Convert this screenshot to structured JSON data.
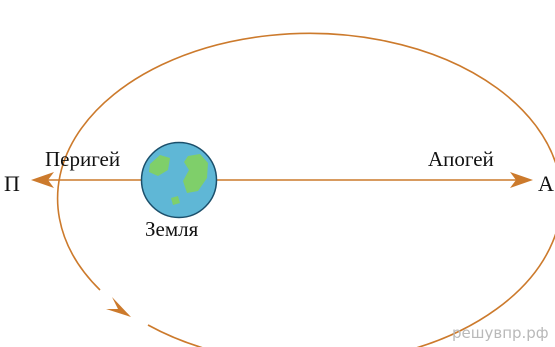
{
  "labels": {
    "perigee_point": "П",
    "apogee_point": "А",
    "perigee": "Перигей",
    "apogee": "Апогей",
    "earth": "Земля"
  },
  "watermark": "решувпр.рф",
  "colors": {
    "orbit": "#cc7a2c",
    "earth_ocean": "#5fb7d6",
    "earth_land": "#7fcf6a",
    "earth_outline": "#1b4f6b",
    "text": "#111111",
    "watermark": "#b9b9b9"
  }
}
